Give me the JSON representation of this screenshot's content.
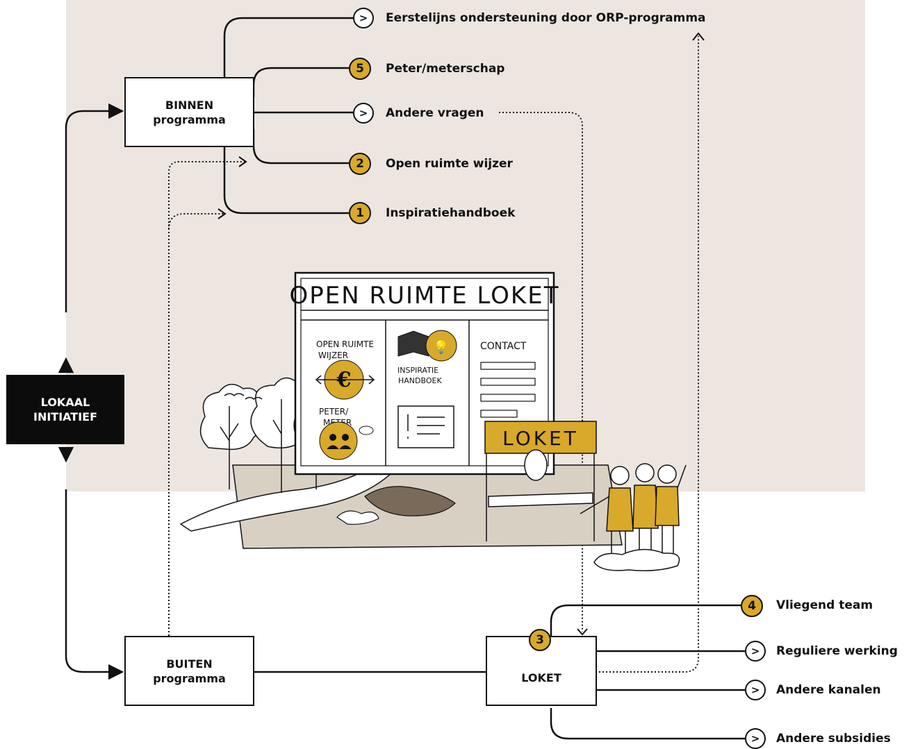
{
  "start_box": {
    "line1": "LOKAAL",
    "line2": "INITIATIEF"
  },
  "binnen_box": {
    "line1": "BINNEN",
    "line2": "programma"
  },
  "buiten_box": {
    "line1": "BUITEN",
    "line2": "programma"
  },
  "loket_box": {
    "label": "LOKET",
    "badge": "3"
  },
  "binnen_outputs": [
    {
      "badge": "",
      "icon": "chevron-right-icon",
      "label": "Eerstelijns ondersteuning door ORP-programma"
    },
    {
      "badge": "5",
      "icon": "",
      "label": "Peter/meterschap"
    },
    {
      "badge": "",
      "icon": "chevron-right-icon",
      "label": "Andere vragen"
    },
    {
      "badge": "2",
      "icon": "",
      "label": "Open ruimte wijzer"
    },
    {
      "badge": "1",
      "icon": "",
      "label": "Inspiratiehandboek"
    }
  ],
  "loket_outputs": [
    {
      "badge": "4",
      "icon": "",
      "label": "Vliegend team"
    },
    {
      "badge": "",
      "icon": "chevron-right-icon",
      "label": "Reguliere werking"
    },
    {
      "badge": "",
      "icon": "chevron-right-icon",
      "label": "Andere kanalen"
    },
    {
      "badge": "",
      "icon": "chevron-right-icon",
      "label": "Andere subsidies"
    }
  ],
  "illustration": {
    "title": "OPEN RUIMTE LOKET",
    "col1_line1": "OPEN RUIMTE",
    "col1_line2": "WIJZER",
    "col1_peter": "PETER/",
    "col1_meter": "METER",
    "col2_line1": "INSPIRATIE",
    "col2_line2": "HANDBOEK",
    "col3": "CONTACT",
    "sign": "LOKET"
  },
  "colors": {
    "accent": "#d8a92a",
    "panel": "#ede6e0",
    "ink": "#111111"
  }
}
